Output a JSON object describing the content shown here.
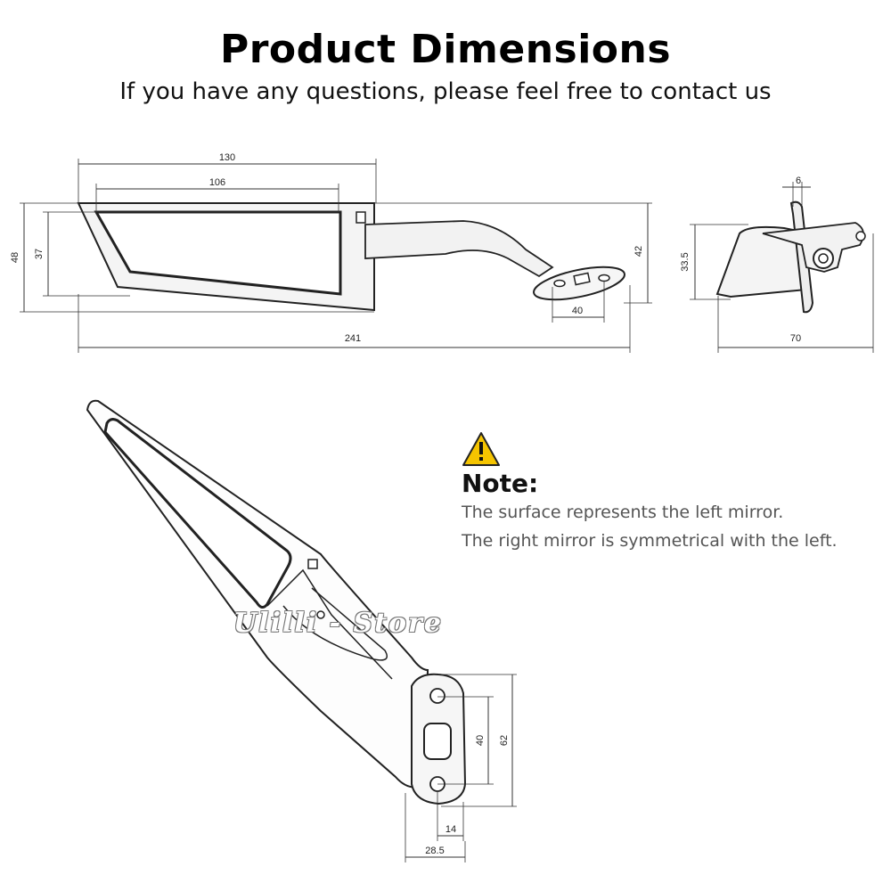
{
  "header": {
    "title": "Product Dimensions",
    "subtitle": "If you have any questions, please feel free to contact us"
  },
  "side_view": {
    "overall_width": "130",
    "glass_width": "106",
    "overall_height": "48",
    "glass_height": "37",
    "arm_height": "42",
    "base_width": "40",
    "total_length": "241"
  },
  "end_view": {
    "thickness": "6",
    "height": "33.5",
    "depth": "70"
  },
  "top_view": {
    "hole_spacing": "40",
    "base_length": "62",
    "hole_offset": "14",
    "base_width": "28.5"
  },
  "note": {
    "heading": "Note:",
    "lines": [
      "The surface represents the left mirror.",
      "The right mirror is symmetrical with the left."
    ],
    "icon": "warning-icon",
    "icon_color": "#F5C400"
  },
  "watermark": "Ulilli - Store"
}
